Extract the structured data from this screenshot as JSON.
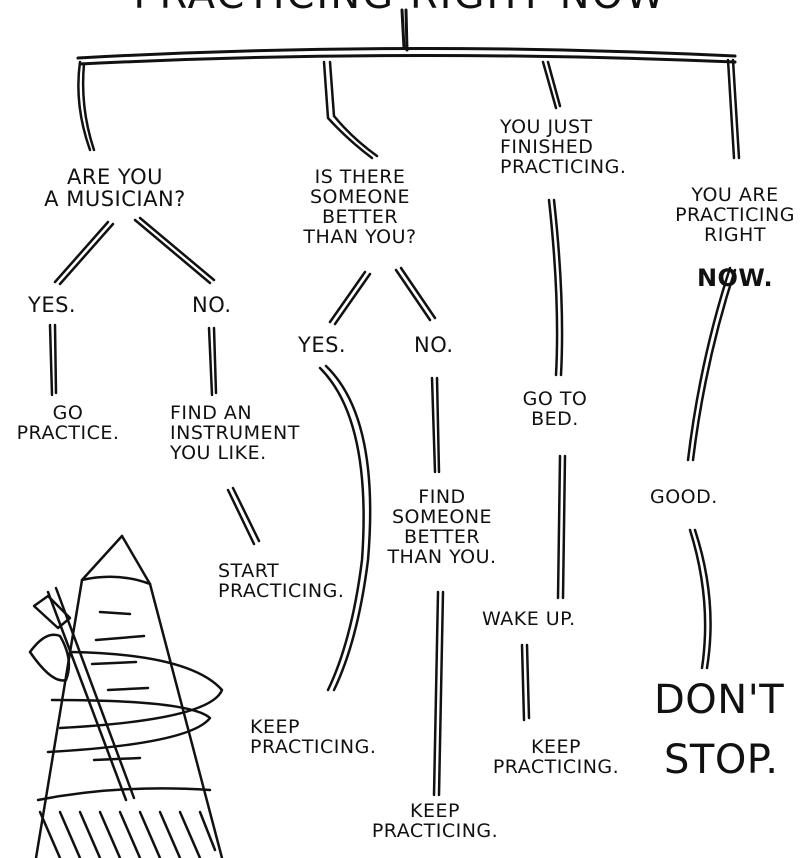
{
  "title": "PRACTICING RIGHT NOW",
  "branches": {
    "musician": {
      "question": "ARE YOU\nA MUSICIAN?",
      "yes": "YES.",
      "no": "NO.",
      "yes_result": "GO\nPRACTICE.",
      "no_result": "FIND AN\nINSTRUMENT\nYOU LIKE.",
      "no_next": "START\nPRACTICING.",
      "final": "KEEP\nPRACTICING."
    },
    "better": {
      "question": "IS THERE\nSOMEONE\nBETTER\nTHAN YOU?",
      "yes": "YES.",
      "no": "NO.",
      "no_result": "FIND\nSOMEONE\nBETTER\nTHAN YOU.",
      "final": "KEEP\nPRACTICING."
    },
    "finished": {
      "question": "YOU JUST\nFINISHED\nPRACTICING.",
      "step1": "GO TO\nBED.",
      "step2": "WAKE UP.",
      "final": "KEEP\nPRACTICING."
    },
    "now": {
      "question_prefix": "YOU ARE\nPRACTICING\nRIGHT",
      "question_emphasis": "NOW.",
      "result": "GOOD.",
      "final_line1": "DON'T",
      "final_line2": "STOP."
    }
  },
  "colors": {
    "ink": "#111111",
    "background": "#ffffff"
  }
}
